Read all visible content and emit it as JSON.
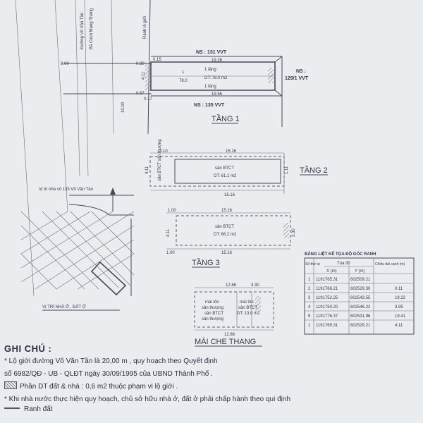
{
  "streets": {
    "road_main": "Đường Võ Văn Tần",
    "road_sub": "Bà Cách Mạng Tháng",
    "setback": "Ranh lộ giới",
    "dim_900": "9.00",
    "dim_1000": "10.00"
  },
  "floor1": {
    "title": "TẦNG 1",
    "north": "NS : 131 VVT",
    "south": "NS : 135 VVT",
    "east_label": "NS :",
    "east_value": "129/1 VVT",
    "top_dim": "19.26",
    "bottom_dim": "19.56",
    "area": "DT: 78.0 m2",
    "room_top": "1 tầng",
    "room_bottom": "1 tầng",
    "left_top": "0.80",
    "left_bottom": "0.67",
    "side_a": "0.15",
    "side_b": "0.17",
    "gap": "4.11",
    "small_id": "1",
    "small_area": "78.0"
  },
  "floor2": {
    "title": "TẦNG 2",
    "top_left": "4.10",
    "top_right": "15.16",
    "bottom": "15.16",
    "left_height": "4.11",
    "right_height": "1.11",
    "room": "sân BTCT",
    "area": "DT: 61.1 m2",
    "inner_left": "sân BTCT sân thượng"
  },
  "floor3": {
    "title": "TẦNG 3",
    "top_left": "1.00",
    "top_right": "15.16",
    "bottom_left": "1.00",
    "bottom_right": "15.16",
    "room": "sân BTCT",
    "area": "DT: 66.2 m2",
    "left_height": "4.11",
    "right_height": "3.30"
  },
  "roof": {
    "title": "MÁI CHE THANG",
    "top": "12.86",
    "top_right": "3.30",
    "bottom": "12.86",
    "c1a": "mái tôn",
    "c1b": "sân thượng",
    "c2a": "sân BTCT",
    "c2b": "sân thượng",
    "c3a": "mái tôn",
    "c3b": "sân BTCT",
    "c3c": "DT: 13.0 m2"
  },
  "location": {
    "caption": "VỊ TRÍ NHÀ Ở , ĐẤT Ở",
    "corner": "Vị trí nhà số 133 Võ Văn Tần"
  },
  "coord_table": {
    "title": "BẢNG LIỆT KÊ TỌA ĐỘ GÓC RANH",
    "col_stt": "Số thứ tự",
    "col_group": "Tọa độ",
    "col_x": "X (m)",
    "col_y": "Y (m)",
    "col_dist": "Chiều dài cạnh (m)",
    "rows": [
      {
        "stt": "1",
        "x": "1191765.31",
        "y": "602509.21",
        "d": ""
      },
      {
        "stt": "2",
        "x": "1191766.21",
        "y": "602529.30",
        "d": "0.11"
      },
      {
        "stt": "3",
        "x": "1191752.25",
        "y": "602543.55",
        "d": "19.22"
      },
      {
        "stt": "4",
        "x": "1191750.20",
        "y": "602546.22",
        "d": "3.95"
      },
      {
        "stt": "5",
        "x": "1191776.37",
        "y": "602531.96",
        "d": "19.41"
      },
      {
        "stt": "1",
        "x": "1191765.31",
        "y": "602529.21",
        "d": "4.11"
      }
    ]
  },
  "notes": {
    "heading": "GHI CHÚ :",
    "line1": "* Lộ giới đường Võ Văn Tần  là 20,00 m , quy hoạch theo  Quyết định",
    "line2": "số 6982/QĐ - UB - QLĐT ngày 30/09/1995 của UBND Thành Phố .",
    "line3": "Phần DT đất & nhà  : 0,6 m2  thuộc phạm vi lộ giới .",
    "line4": "* Khi nhà nước  thực hiện quy hoạch, chủ sở hữu nhà ở, đất ở  phải chấp hành theo qui định",
    "line5": "Ranh đất"
  }
}
